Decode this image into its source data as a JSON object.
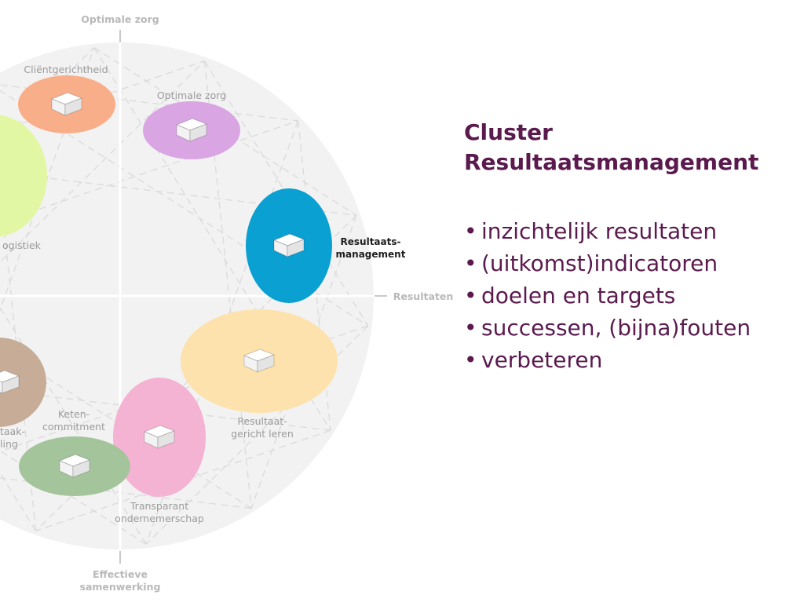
{
  "diagram": {
    "axis_top": "Optimale zorg",
    "axis_right": "Resultaten",
    "axis_bottom": "Effectieve\nsamenwerking",
    "nodes": [
      {
        "id": "clientgerichtheid",
        "label": "Cliëntgerichtheid",
        "color": "#f9ae8a",
        "highlight": false
      },
      {
        "id": "optimale-zorg",
        "label": "Optimale zorg",
        "color": "#d9a5e3",
        "highlight": false
      },
      {
        "id": "logistiek",
        "label": "ogistiek",
        "color": "#e2f7a4",
        "highlight": false
      },
      {
        "id": "resultaatsmanagement",
        "label": "Resultaats-\nmanagement",
        "color": "#0aa0d2",
        "highlight": true
      },
      {
        "id": "resultaatgericht-leren",
        "label": "Resultaat-\ngericht leren",
        "color": "#fde2ad",
        "highlight": false
      },
      {
        "id": "transparant-ondernemerschap",
        "label": "Transparant\nondernemerschap",
        "color": "#f4b3d3",
        "highlight": false
      },
      {
        "id": "ketencommitment",
        "label": "Keten-\ncommitment",
        "color": "#a4c49c",
        "highlight": false
      },
      {
        "id": "taakverdeling",
        "label": "taak-\nling",
        "color": "#c7ad97",
        "highlight": false
      }
    ]
  },
  "panel": {
    "title": "Cluster Resultaatsmanagement",
    "bullet_symbol": "•",
    "bullets": [
      "inzichtelijk resultaten",
      "(uitkomst)indicatoren",
      "doelen en targets",
      "successen, (bijna)fouten",
      "verbeteren"
    ]
  }
}
